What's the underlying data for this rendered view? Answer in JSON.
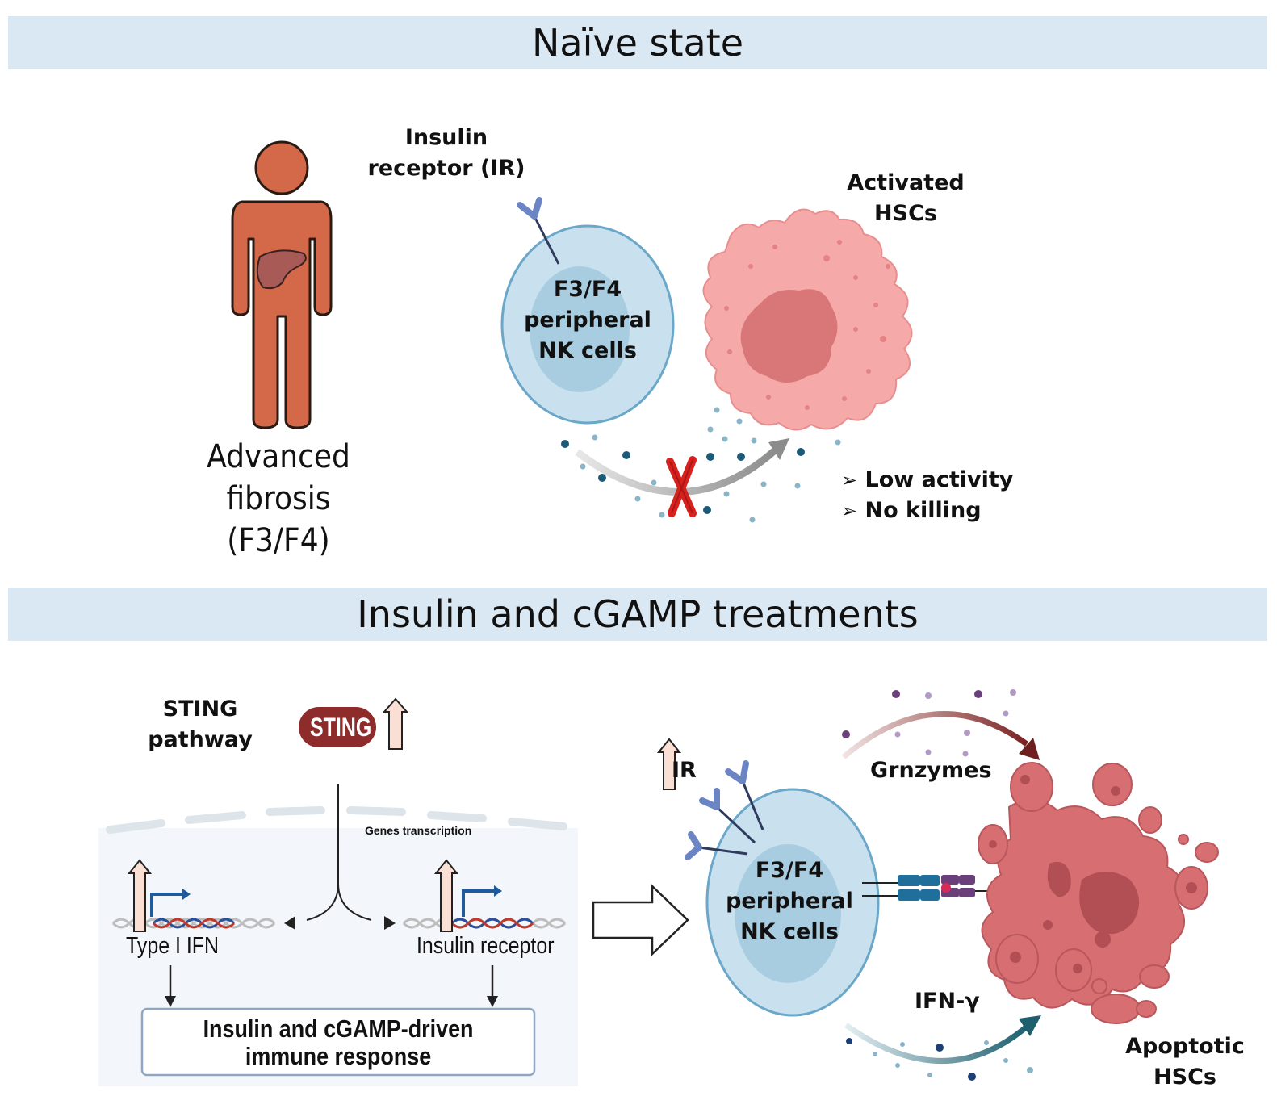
{
  "sections": {
    "top_title": "Naïve state",
    "bottom_title": "Insulin and cGAMP treatments"
  },
  "top": {
    "patient_label": [
      "Advanced",
      "fibrosis",
      "(F3/F4)"
    ],
    "receptor_label": [
      "Insulin",
      "receptor (IR)"
    ],
    "nk_cell_label": [
      "F3/F4",
      "peripheral",
      "NK cells"
    ],
    "hsc_label": [
      "Activated",
      "HSCs"
    ],
    "outcomes": [
      "Low activity",
      "No killing"
    ]
  },
  "bottom": {
    "sting_pathway_label": [
      "STING",
      "pathway"
    ],
    "sting_badge": "STING",
    "genes_transcription": "Genes transcription",
    "gene_left": "Type I IFN",
    "gene_right": "Insulin receptor",
    "response_box": [
      "Insulin and cGAMP-driven",
      "immune response"
    ],
    "ir_label": "IR",
    "nk_cell_label": [
      "F3/F4",
      "peripheral",
      "NK cells"
    ],
    "granzymes_label": "Grnzymes",
    "ifn_label": "IFN-γ",
    "apoptotic_label": [
      "Apoptotic",
      "HSCs"
    ]
  },
  "colors": {
    "banner": "#dae8f4",
    "human": "#d4694a",
    "nk_cell": "#c6e0ef",
    "hsc_active": "#f4a8a8",
    "hsc_apoptotic": "#d66e72",
    "sting_badge": "#8e2b2b",
    "x_mark": "#d8211d"
  }
}
